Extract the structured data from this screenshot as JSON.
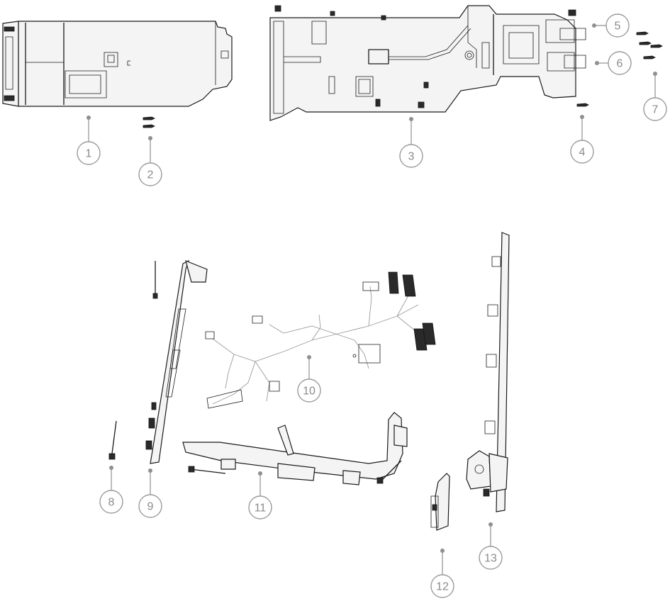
{
  "callouts": [
    {
      "id": "callout-1",
      "label": "1"
    },
    {
      "id": "callout-2",
      "label": "2"
    },
    {
      "id": "callout-3",
      "label": "3"
    },
    {
      "id": "callout-4",
      "label": "4"
    },
    {
      "id": "callout-5",
      "label": "5"
    },
    {
      "id": "callout-6",
      "label": "6"
    },
    {
      "id": "callout-7",
      "label": "7"
    },
    {
      "id": "callout-8",
      "label": "8"
    },
    {
      "id": "callout-9",
      "label": "9"
    },
    {
      "id": "callout-10",
      "label": "10"
    },
    {
      "id": "callout-11",
      "label": "11"
    },
    {
      "id": "callout-12",
      "label": "12"
    },
    {
      "id": "callout-13",
      "label": "13"
    }
  ],
  "colors": {
    "line": "#1a1a1a",
    "callout": "#8a8a8a",
    "background": "#ffffff"
  }
}
